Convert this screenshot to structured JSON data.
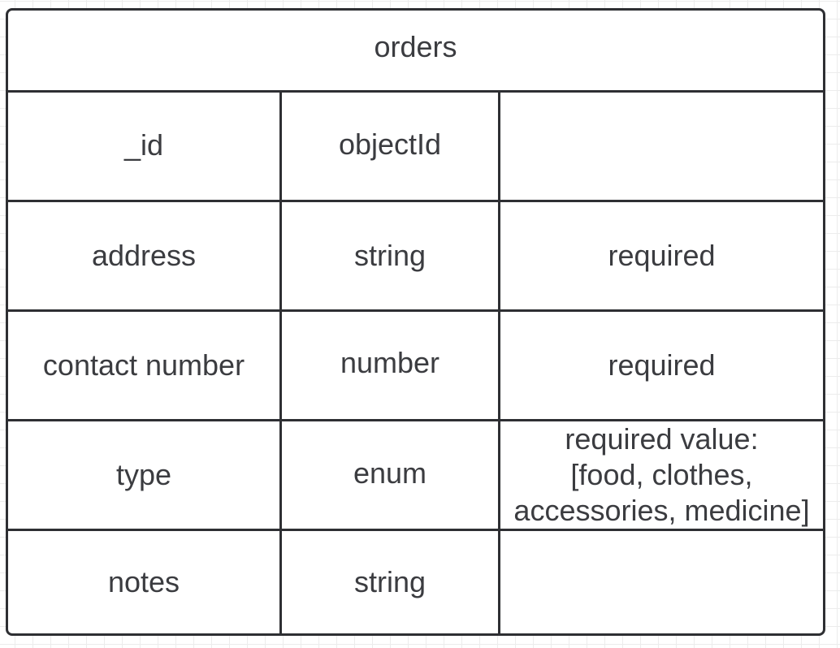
{
  "entity": {
    "title": "orders",
    "fields": [
      {
        "name": "_id",
        "type": "objectId",
        "constraint": ""
      },
      {
        "name": "address",
        "type": "string",
        "constraint": "required"
      },
      {
        "name": "contact number",
        "type": "number",
        "constraint": "required"
      },
      {
        "name": "type",
        "type": "enum",
        "constraint": "required value:\n[food, clothes,\naccessories, medicine]"
      },
      {
        "name": "notes",
        "type": "string",
        "constraint": ""
      }
    ]
  }
}
